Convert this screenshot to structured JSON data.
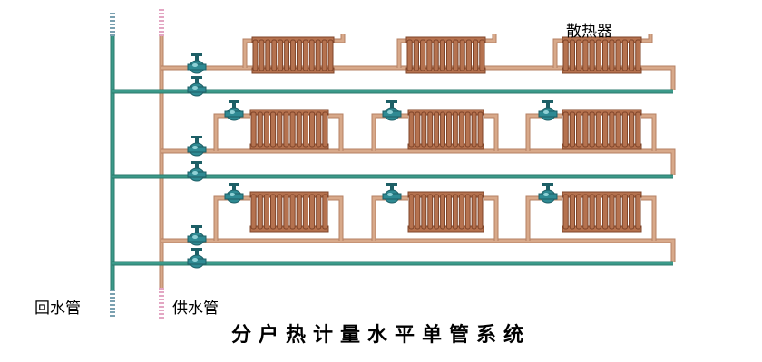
{
  "labels": {
    "radiator": "散热器",
    "return_pipe": "回水管",
    "supply_pipe": "供水管",
    "caption": "分户热计量水平单管系统"
  },
  "colors": {
    "supply": "#d8a98a",
    "supply_edge": "#b58063",
    "return": "#3b9a8a",
    "return_edge": "#2b7a6c",
    "radiator": "#b5724f",
    "radiator_dark": "#7f4429",
    "valve": "#2f8a93",
    "valve_dark": "#1d5f66",
    "background": "#ffffff"
  },
  "floors": [
    {
      "name": "floor-1",
      "radiators": 3,
      "branch_valves": 2,
      "radiator_valves": 0
    },
    {
      "name": "floor-2",
      "radiators": 3,
      "branch_valves": 2,
      "radiator_valves": 3
    },
    {
      "name": "floor-3",
      "radiators": 3,
      "branch_valves": 2,
      "radiator_valves": 3
    }
  ]
}
